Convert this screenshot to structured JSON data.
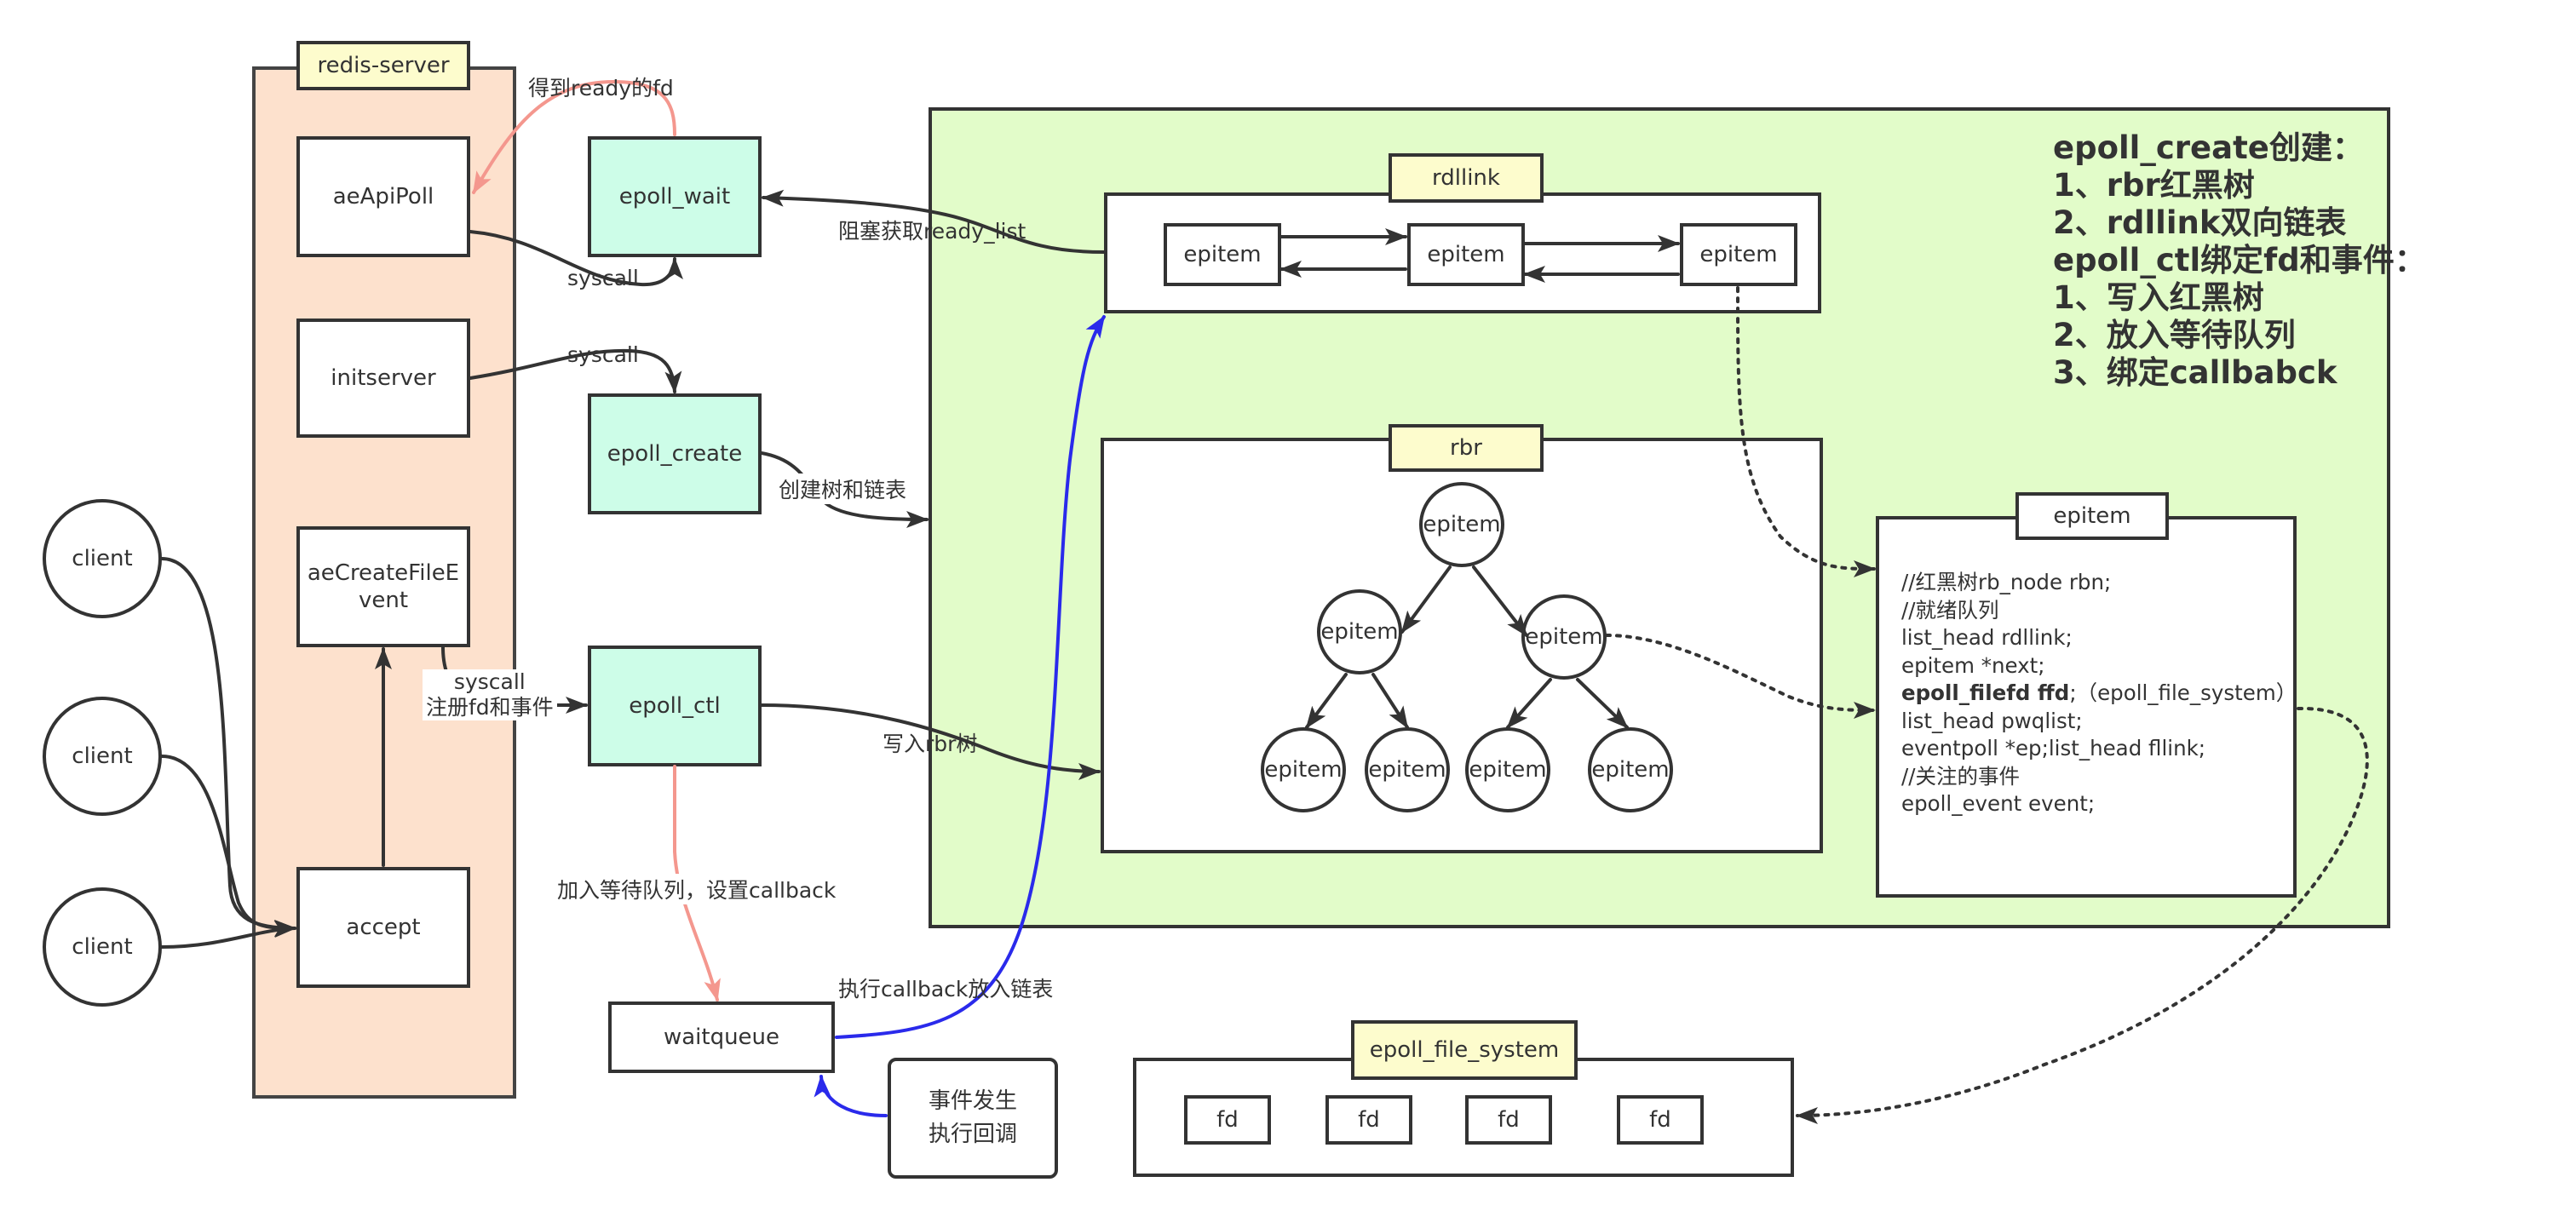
{
  "redis_server": {
    "title": "redis-server",
    "aeApiPoll": "aeApiPoll",
    "initserver": "initserver",
    "aeCreateFileEvent": "aeCreateFileE\nvent",
    "accept": "accept"
  },
  "clients": [
    "client",
    "client",
    "client"
  ],
  "syscalls": {
    "epoll_wait": "epoll_wait",
    "epoll_create": "epoll_create",
    "epoll_ctl": "epoll_ctl",
    "waitqueue": "waitqueue",
    "event_box": "事件发生\n执行回调"
  },
  "labels": {
    "get_ready_fd": "得到ready的fd",
    "syscall_wait": "syscall",
    "syscall_create": "syscall",
    "syscall_register": "syscall\n注册fd和事件",
    "block_get_ready_list": "阻塞获取ready_list",
    "create_tree_list": "创建树和链表",
    "write_rbr": "写入rbr树",
    "join_waitqueue": "加入等待队列，设置callback",
    "exec_callback": "执行callback放入链表"
  },
  "rdllink": {
    "title": "rdllink",
    "items": [
      "epitem",
      "epitem",
      "epitem"
    ]
  },
  "rbr": {
    "title": "rbr",
    "nodes": [
      "epitem",
      "epitem",
      "epitem",
      "epitem",
      "epitem",
      "epitem",
      "epitem"
    ]
  },
  "notes": [
    "epoll_create创建：",
    "1、rbr红黑树",
    "2、rdllink双向链表",
    "epoll_ctl绑定fd和事件：",
    "1、写入红黑树",
    "2、放入等待队列",
    "3、绑定callbabck"
  ],
  "epitem_struct": {
    "title": "epitem",
    "fields": [
      "//红黑树rb_node rbn;",
      "//就绪队列",
      "list_head rdllink;",
      "epitem *next;",
      "",
      "list_head pwqlist;",
      "eventpoll *ep;list_head fllink;",
      "//关注的事件",
      "epoll_event event;"
    ],
    "ffd_bold": "epoll_filefd ffd",
    "ffd_rest": ";（epoll_file_system）"
  },
  "epoll_file_system": {
    "title": "epoll_file_system",
    "fds": [
      "fd",
      "fd",
      "fd",
      "fd"
    ]
  },
  "colors": {
    "lane_fill": "#fde1cd",
    "zone_fill": "#e2fcc9",
    "syscall_fill": "#cdfde8",
    "title_fill": "#fdfccd",
    "pink_arrow": "#f4978e",
    "blue_arrow": "#2a2aeb",
    "line": "#333333"
  }
}
